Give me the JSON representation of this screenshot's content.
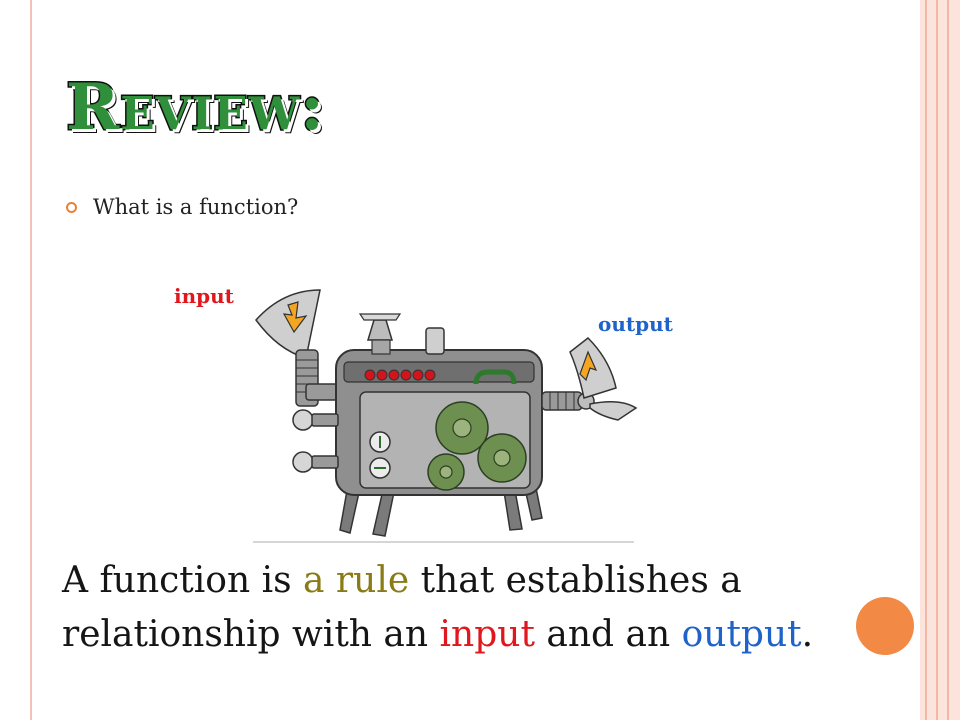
{
  "slide": {
    "title": "Review:",
    "bullet": "What is a function?",
    "diagram": {
      "input_label": "input",
      "output_label": "output"
    },
    "definition": {
      "part1": "A function is ",
      "rule": "a rule",
      "part2": " that establishes a relationship with an ",
      "input": "input",
      "part3": " and an ",
      "output": "output",
      "end": "."
    }
  },
  "colors": {
    "title": "#2f8f3a",
    "input": "#e0181d",
    "output": "#1e63c9",
    "rule": "#8a7b16",
    "accent": "#f28a45",
    "frame": "#f2c3b4"
  }
}
